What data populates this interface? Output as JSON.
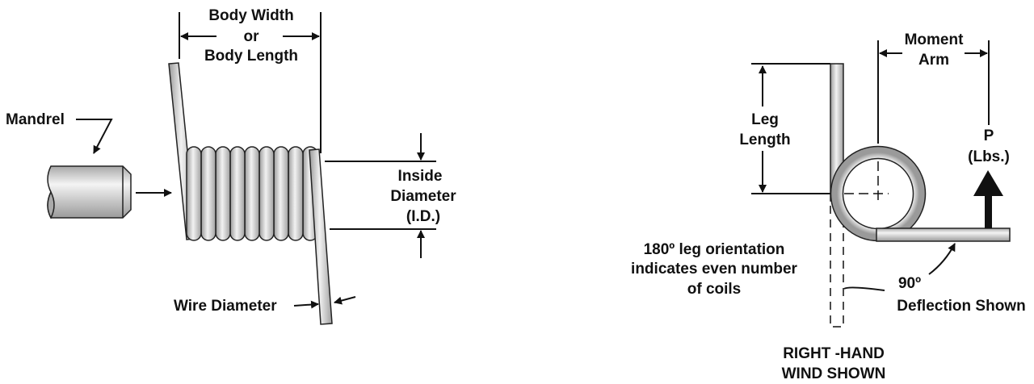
{
  "left_diagram": {
    "body_width": [
      "Body Width",
      "or",
      "Body Length"
    ],
    "mandrel": "Mandrel",
    "inside_diameter": [
      "Inside",
      "Diameter",
      "(I.D.)"
    ],
    "wire_diameter": "Wire Diameter"
  },
  "right_diagram": {
    "moment_arm": [
      "Moment",
      "Arm"
    ],
    "leg_length": [
      "Leg",
      "Length"
    ],
    "load": [
      "P",
      "(Lbs.)"
    ],
    "leg_orientation": [
      "180º leg orientation",
      "indicates even number",
      "of coils"
    ],
    "deflection": [
      "90º",
      "Deflection Shown"
    ],
    "wind": [
      "RIGHT -HAND",
      "WIND SHOWN"
    ]
  },
  "colors": {
    "metal_light": "#f0f0f0",
    "metal_dark": "#9a9a9a",
    "ink": "#111111"
  }
}
